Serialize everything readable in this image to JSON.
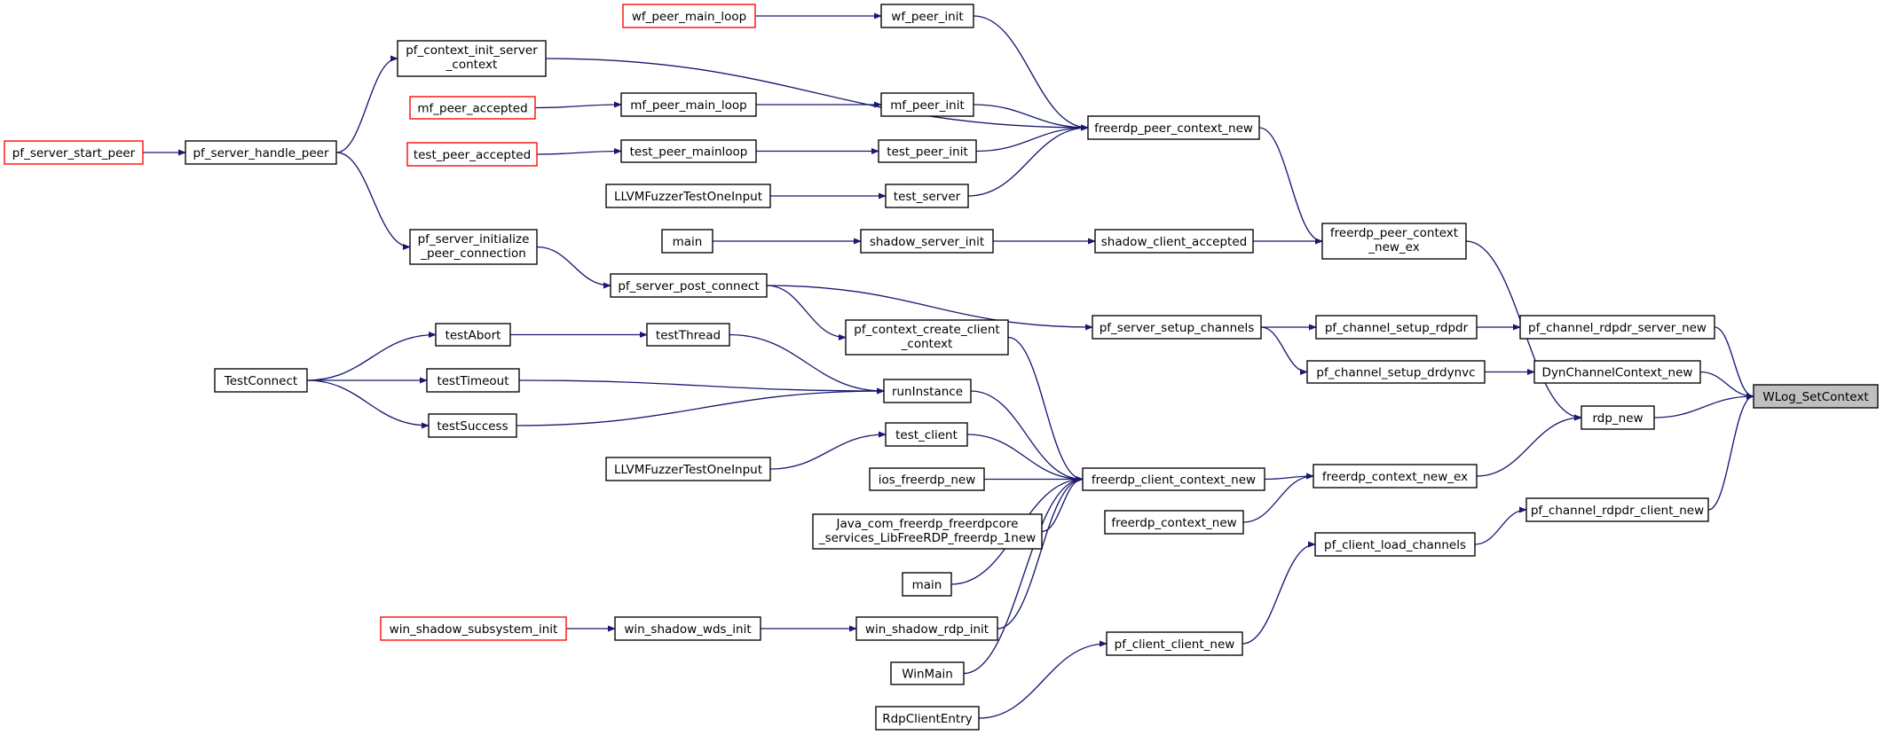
{
  "graph": {
    "edge_color": "#191970",
    "truncated_border_color": "#ff0000",
    "root_fill": "#bfbfbf",
    "nodes": [
      {
        "id": "wlog",
        "lines": [
          "WLog_SetContext"
        ],
        "style": "root"
      },
      {
        "id": "rdpsrv",
        "lines": [
          "pf_channel_rdpdr_server_new"
        ],
        "style": "normal"
      },
      {
        "id": "dynchan",
        "lines": [
          "DynChannelContext_new"
        ],
        "style": "normal"
      },
      {
        "id": "rdpnew",
        "lines": [
          "rdp_new"
        ],
        "style": "normal"
      },
      {
        "id": "rdpcli",
        "lines": [
          "pf_channel_rdpdr_client_new"
        ],
        "style": "normal"
      },
      {
        "id": "setrdpdr",
        "lines": [
          "pf_channel_setup_rdpdr"
        ],
        "style": "normal"
      },
      {
        "id": "setdrdy",
        "lines": [
          "pf_channel_setup_drdynvc"
        ],
        "style": "normal"
      },
      {
        "id": "peerex",
        "lines": [
          "freerdp_peer_context",
          "_new_ex"
        ],
        "style": "normal"
      },
      {
        "id": "ctxex",
        "lines": [
          "freerdp_context_new_ex"
        ],
        "style": "normal"
      },
      {
        "id": "loadch",
        "lines": [
          "pf_client_load_channels"
        ],
        "style": "normal"
      },
      {
        "id": "srvsetch",
        "lines": [
          "pf_server_setup_channels"
        ],
        "style": "normal"
      },
      {
        "id": "peernew",
        "lines": [
          "freerdp_peer_context_new"
        ],
        "style": "normal"
      },
      {
        "id": "shacc",
        "lines": [
          "shadow_client_accepted"
        ],
        "style": "normal"
      },
      {
        "id": "clinew",
        "lines": [
          "freerdp_client_context_new"
        ],
        "style": "normal"
      },
      {
        "id": "ctxnew",
        "lines": [
          "freerdp_context_new"
        ],
        "style": "normal"
      },
      {
        "id": "pfclinew",
        "lines": [
          "pf_client_client_new"
        ],
        "style": "normal"
      },
      {
        "id": "wfinit",
        "lines": [
          "wf_peer_init"
        ],
        "style": "normal"
      },
      {
        "id": "mfinit",
        "lines": [
          "mf_peer_init"
        ],
        "style": "normal"
      },
      {
        "id": "tpinit",
        "lines": [
          "test_peer_init"
        ],
        "style": "normal"
      },
      {
        "id": "tserver",
        "lines": [
          "test_server"
        ],
        "style": "normal"
      },
      {
        "id": "shinit",
        "lines": [
          "shadow_server_init"
        ],
        "style": "normal"
      },
      {
        "id": "pfctxcli",
        "lines": [
          "pf_context_create_client",
          "_context"
        ],
        "style": "normal"
      },
      {
        "id": "runinst",
        "lines": [
          "runInstance"
        ],
        "style": "normal"
      },
      {
        "id": "tclient",
        "lines": [
          "test_client"
        ],
        "style": "normal"
      },
      {
        "id": "iosnew",
        "lines": [
          "ios_freerdp_new"
        ],
        "style": "normal"
      },
      {
        "id": "java",
        "lines": [
          "Java_com_freerdp_freerdpcore",
          "_services_LibFreeRDP_freerdp_1new"
        ],
        "style": "normal"
      },
      {
        "id": "main2",
        "lines": [
          "main"
        ],
        "style": "normal"
      },
      {
        "id": "winrdp",
        "lines": [
          "win_shadow_rdp_init"
        ],
        "style": "normal"
      },
      {
        "id": "winmain",
        "lines": [
          "WinMain"
        ],
        "style": "normal"
      },
      {
        "id": "rdpentry",
        "lines": [
          "RdpClientEntry"
        ],
        "style": "normal"
      },
      {
        "id": "wfloop",
        "lines": [
          "wf_peer_main_loop"
        ],
        "style": "trunc"
      },
      {
        "id": "pfinitsrv",
        "lines": [
          "pf_context_init_server",
          "_context"
        ],
        "style": "normal"
      },
      {
        "id": "mfloop",
        "lines": [
          "mf_peer_main_loop"
        ],
        "style": "normal"
      },
      {
        "id": "tploop",
        "lines": [
          "test_peer_mainloop"
        ],
        "style": "normal"
      },
      {
        "id": "llvm1",
        "lines": [
          "LLVMFuzzerTestOneInput"
        ],
        "style": "normal"
      },
      {
        "id": "main1",
        "lines": [
          "main"
        ],
        "style": "normal"
      },
      {
        "id": "pfpost",
        "lines": [
          "pf_server_post_connect"
        ],
        "style": "normal"
      },
      {
        "id": "tthread",
        "lines": [
          "testThread"
        ],
        "style": "normal"
      },
      {
        "id": "llvm2",
        "lines": [
          "LLVMFuzzerTestOneInput"
        ],
        "style": "normal"
      },
      {
        "id": "winwds",
        "lines": [
          "win_shadow_wds_init"
        ],
        "style": "normal"
      },
      {
        "id": "mfacc",
        "lines": [
          "mf_peer_accepted"
        ],
        "style": "trunc"
      },
      {
        "id": "tpacc",
        "lines": [
          "test_peer_accepted"
        ],
        "style": "trunc"
      },
      {
        "id": "pfsrvinit",
        "lines": [
          "pf_server_initialize",
          "_peer_connection"
        ],
        "style": "normal"
      },
      {
        "id": "tabort",
        "lines": [
          "testAbort"
        ],
        "style": "normal"
      },
      {
        "id": "ttimeout",
        "lines": [
          "testTimeout"
        ],
        "style": "normal"
      },
      {
        "id": "tsuccess",
        "lines": [
          "testSuccess"
        ],
        "style": "normal"
      },
      {
        "id": "winsub",
        "lines": [
          "win_shadow_subsystem_init"
        ],
        "style": "trunc"
      },
      {
        "id": "pfhandle",
        "lines": [
          "pf_server_handle_peer"
        ],
        "style": "normal"
      },
      {
        "id": "tconnect",
        "lines": [
          "TestConnect"
        ],
        "style": "normal"
      },
      {
        "id": "pfstart",
        "lines": [
          "pf_server_start_peer"
        ],
        "style": "trunc"
      }
    ],
    "edges": [
      [
        "rdpsrv",
        "wlog"
      ],
      [
        "dynchan",
        "wlog"
      ],
      [
        "rdpnew",
        "wlog"
      ],
      [
        "rdpcli",
        "wlog"
      ],
      [
        "setrdpdr",
        "rdpsrv"
      ],
      [
        "setdrdy",
        "dynchan"
      ],
      [
        "peerex",
        "rdpnew"
      ],
      [
        "ctxex",
        "rdpnew"
      ],
      [
        "loadch",
        "rdpcli"
      ],
      [
        "srvsetch",
        "setrdpdr"
      ],
      [
        "srvsetch",
        "setdrdy"
      ],
      [
        "peernew",
        "peerex"
      ],
      [
        "shacc",
        "peerex"
      ],
      [
        "clinew",
        "ctxex"
      ],
      [
        "ctxnew",
        "ctxex"
      ],
      [
        "pfclinew",
        "loadch"
      ],
      [
        "pfpost",
        "srvsetch"
      ],
      [
        "wfinit",
        "peernew"
      ],
      [
        "pfinitsrv",
        "peernew"
      ],
      [
        "mfinit",
        "peernew"
      ],
      [
        "tpinit",
        "peernew"
      ],
      [
        "tserver",
        "peernew"
      ],
      [
        "shinit",
        "shacc"
      ],
      [
        "pfctxcli",
        "clinew"
      ],
      [
        "runinst",
        "clinew"
      ],
      [
        "tclient",
        "clinew"
      ],
      [
        "iosnew",
        "clinew"
      ],
      [
        "java",
        "clinew"
      ],
      [
        "main2",
        "clinew"
      ],
      [
        "winrdp",
        "clinew"
      ],
      [
        "winmain",
        "clinew"
      ],
      [
        "rdpentry",
        "pfclinew"
      ],
      [
        "wfloop",
        "wfinit"
      ],
      [
        "mfloop",
        "mfinit"
      ],
      [
        "tploop",
        "tpinit"
      ],
      [
        "llvm1",
        "tserver"
      ],
      [
        "main1",
        "shinit"
      ],
      [
        "pfpost",
        "pfctxcli"
      ],
      [
        "tthread",
        "runinst"
      ],
      [
        "ttimeout",
        "runinst"
      ],
      [
        "tsuccess",
        "runinst"
      ],
      [
        "llvm2",
        "tclient"
      ],
      [
        "winwds",
        "winrdp"
      ],
      [
        "mfacc",
        "mfloop"
      ],
      [
        "tpacc",
        "tploop"
      ],
      [
        "pfsrvinit",
        "pfpost"
      ],
      [
        "tabort",
        "tthread"
      ],
      [
        "winsub",
        "winwds"
      ],
      [
        "pfhandle",
        "pfinitsrv"
      ],
      [
        "pfhandle",
        "pfsrvinit"
      ],
      [
        "tconnect",
        "tabort"
      ],
      [
        "tconnect",
        "ttimeout"
      ],
      [
        "tconnect",
        "tsuccess"
      ],
      [
        "pfstart",
        "pfhandle"
      ]
    ]
  }
}
